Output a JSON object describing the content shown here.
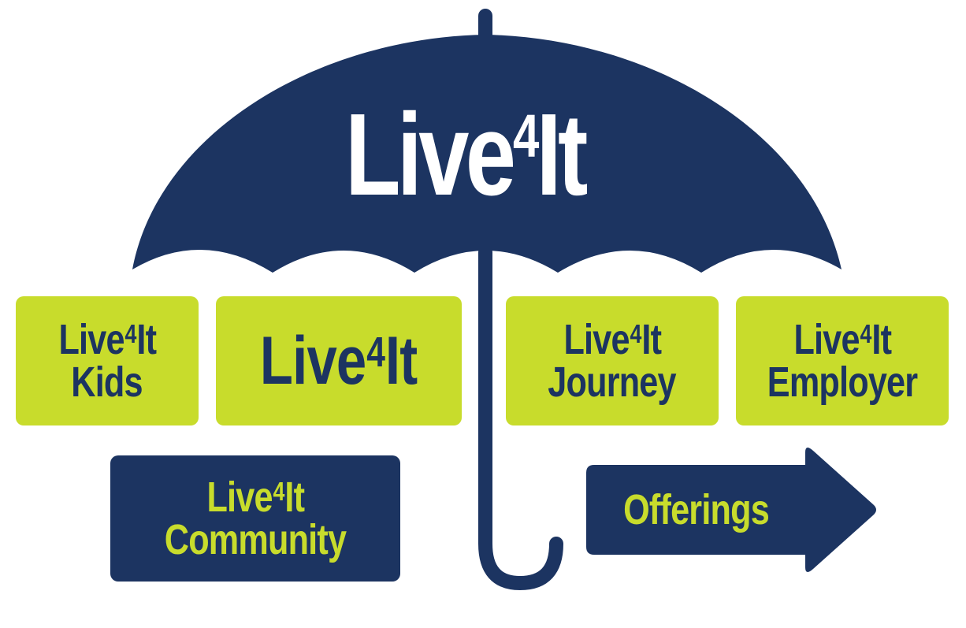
{
  "title": {
    "brand": "Live",
    "superscript": "4",
    "suffix": "It"
  },
  "boxes": [
    {
      "id": "kids",
      "brand": "Live",
      "superscript": "4",
      "suffix": "It",
      "second_line": "Kids"
    },
    {
      "id": "core",
      "brand": "Live",
      "superscript": "4",
      "suffix": "It",
      "second_line": ""
    },
    {
      "id": "journey",
      "brand": "Live",
      "superscript": "4",
      "suffix": "It",
      "second_line": "Journey"
    },
    {
      "id": "employer",
      "brand": "Live",
      "superscript": "4",
      "suffix": "It",
      "second_line": "Employer"
    },
    {
      "id": "community",
      "brand": "Live",
      "superscript": "4",
      "suffix": "It",
      "second_line": "Community"
    }
  ],
  "arrow": {
    "label": "Offerings"
  },
  "colors": {
    "navy": "#1c3461",
    "lime": "#c8dc2c",
    "white": "#ffffff"
  },
  "icons": {
    "umbrella": "umbrella-icon",
    "arrow": "arrow-right-icon"
  }
}
